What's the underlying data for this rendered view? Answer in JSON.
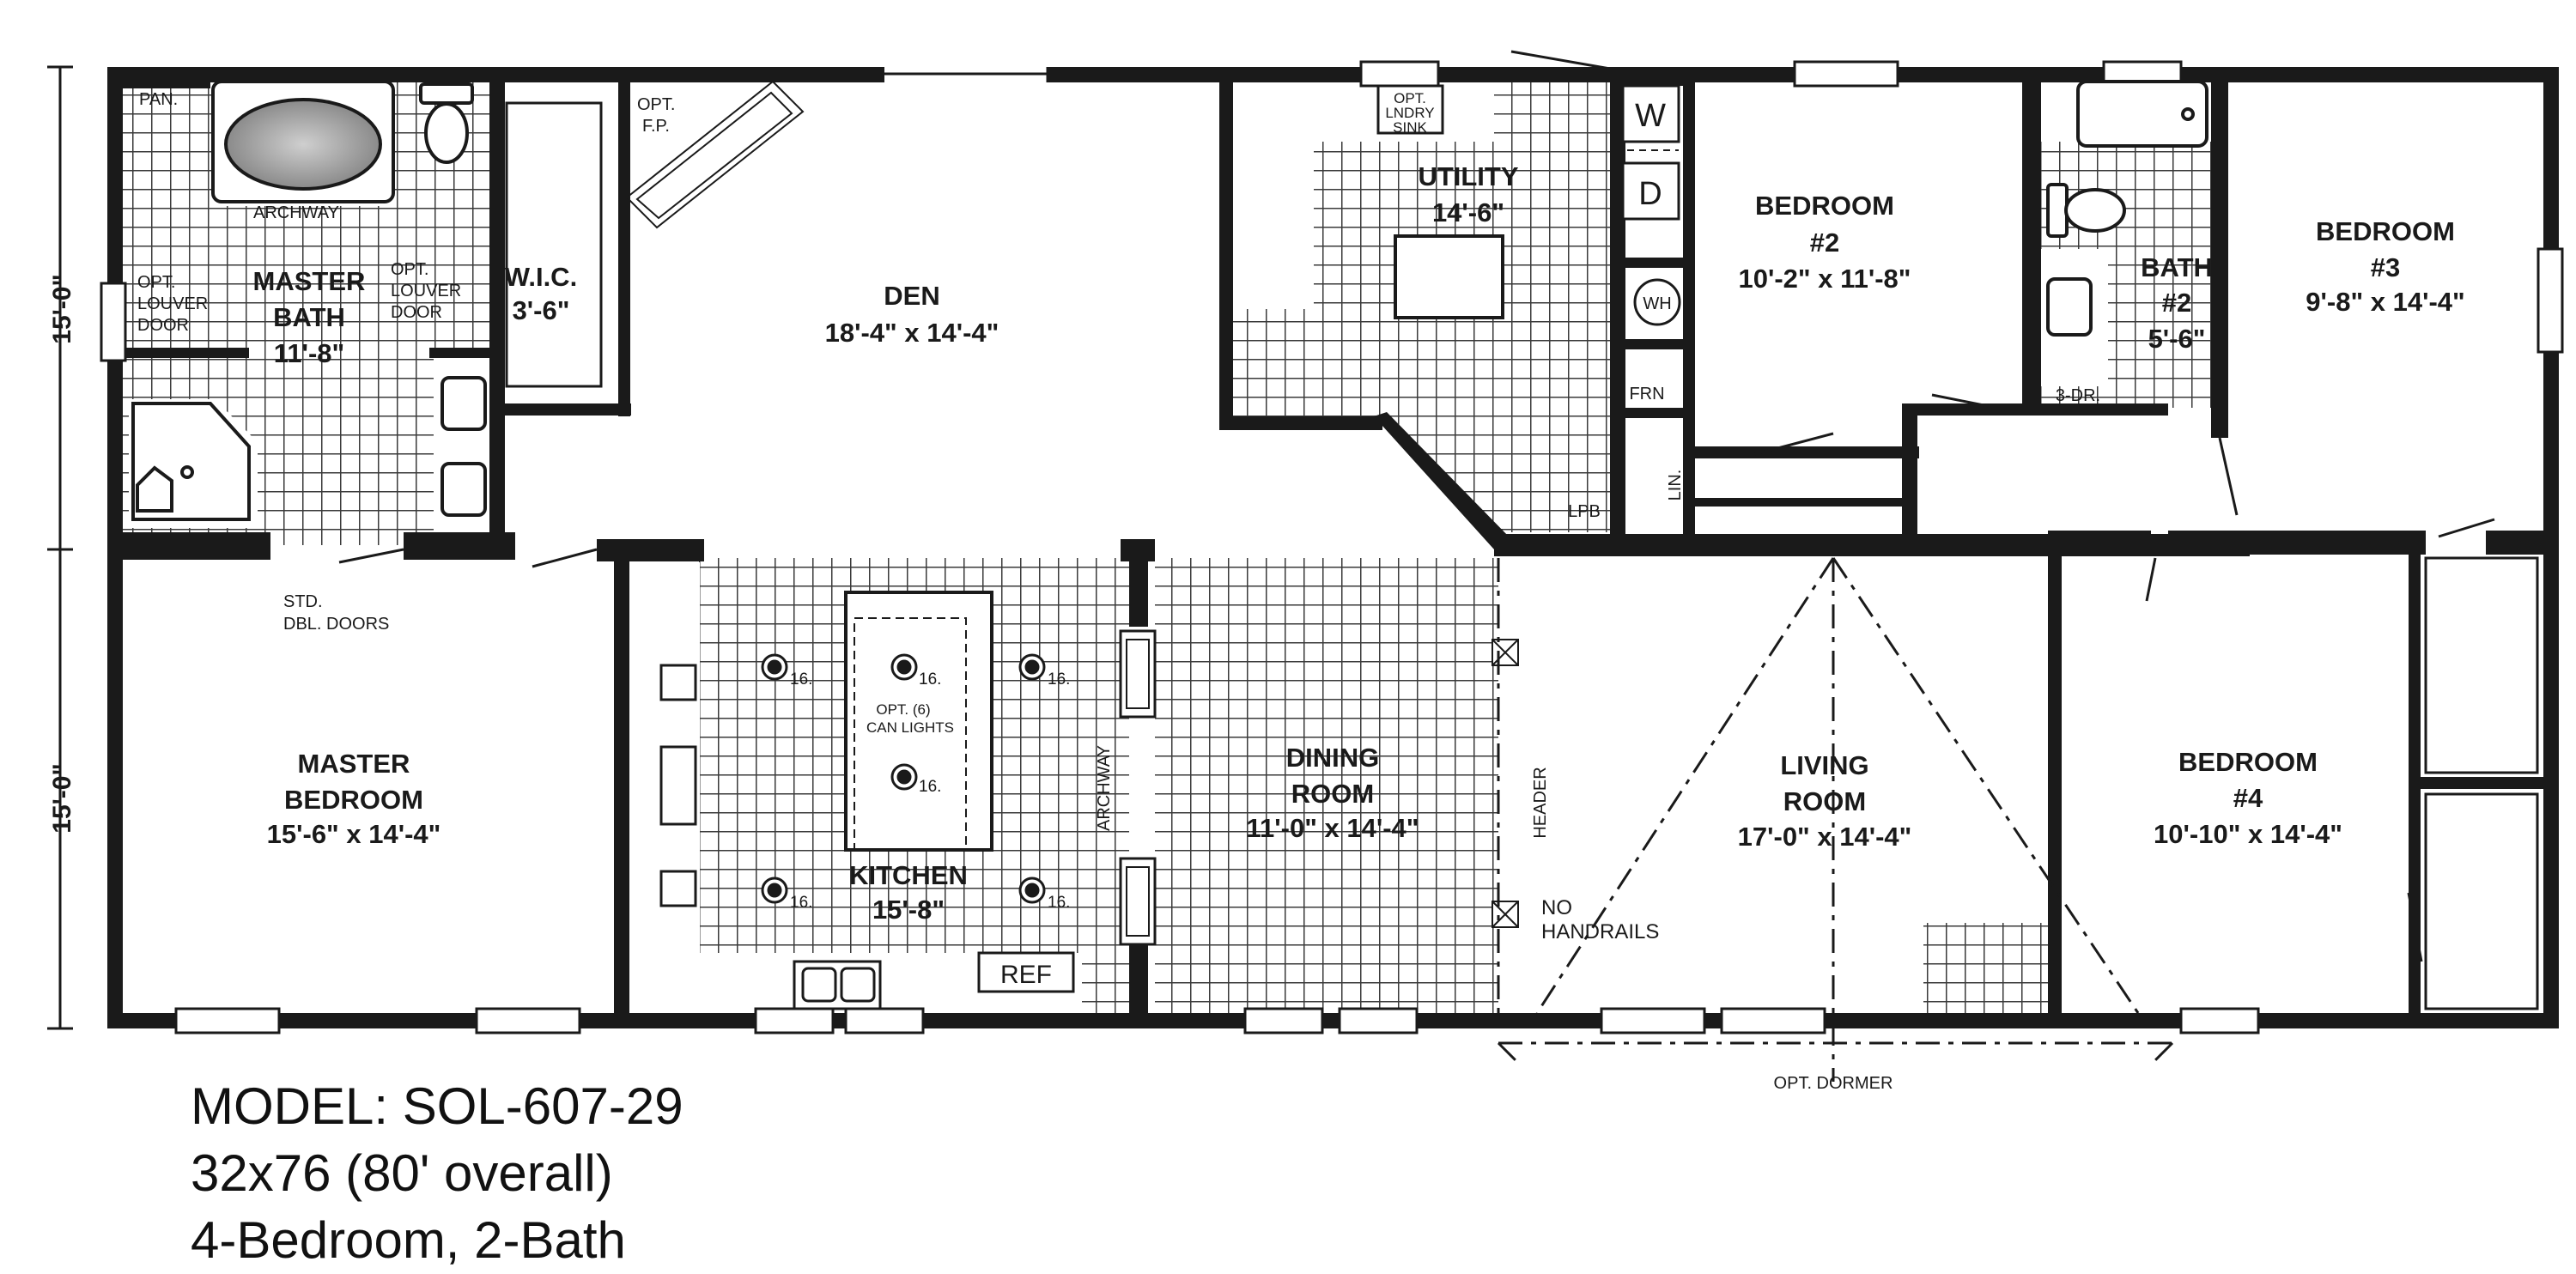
{
  "rooms": {
    "master_bath": {
      "name_line1": "MASTER",
      "name_line2": "BATH",
      "size": "11'-8\""
    },
    "wic": {
      "name": "W.I.C.",
      "size": "3'-6\""
    },
    "den": {
      "name": "DEN",
      "size": "18'-4\" x 14'-4\""
    },
    "utility": {
      "name": "UTILITY",
      "size": "14'-6\""
    },
    "bedroom2": {
      "name_line1": "BEDROOM",
      "name_line2": "#2",
      "size": "10'-2\" x  11'-8\""
    },
    "bath2": {
      "name_line1": "BATH",
      "name_line2": "#2",
      "size": "5'-6\""
    },
    "bedroom3": {
      "name_line1": "BEDROOM",
      "name_line2": "#3",
      "size": "9'-8\" x 14'-4\""
    },
    "master_bedroom": {
      "name_line1": "MASTER",
      "name_line2": "BEDROOM",
      "size": "15'-6\" x 14'-4\""
    },
    "kitchen": {
      "name": "KITCHEN",
      "size": "15'-8\""
    },
    "dining": {
      "name_line1": "DINING",
      "name_line2": "ROOM",
      "size": "11'-0\" x 14'-4\""
    },
    "living": {
      "name_line1": "LIVING",
      "name_line2": "ROOM",
      "size": "17'-0\" x 14'-4\""
    },
    "bedroom4": {
      "name_line1": "BEDROOM",
      "name_line2": "#4",
      "size": "10'-10\" x 14'-4\""
    }
  },
  "annotations": {
    "pan": "PAN.",
    "archway_bath": "ARCHWAY",
    "opt_louver_left": [
      "OPT.",
      "LOUVER",
      "DOOR"
    ],
    "opt_louver_right": [
      "OPT.",
      "LOUVER",
      "DOOR"
    ],
    "opt_fp": [
      "OPT.",
      "F.P."
    ],
    "opt_lndry_sink": [
      "OPT.",
      "LNDRY",
      "SINK"
    ],
    "washer": "W",
    "dryer": "D",
    "water_heater": "WH",
    "frn": "FRN",
    "lin": "LIN.",
    "lpb": "LPB",
    "three_dr": "3-DR.",
    "std_dbl_doors": [
      "STD.",
      "DBL. DOORS"
    ],
    "can_lights": [
      "OPT. (6)",
      "CAN LIGHTS"
    ],
    "can_light_size": "16.",
    "archway_kitchen": "ARCHWAY",
    "ref": "REF",
    "header": "HEADER",
    "no_handrails": [
      "NO",
      "HANDRAILS"
    ],
    "opt_dormer": "OPT. DORMER"
  },
  "dimensions": {
    "upper": "15'-0\"",
    "lower": "15'-0\""
  },
  "model": {
    "line1": "MODEL: SOL-607-29",
    "line2": "32x76 (80' overall)",
    "line3": "4-Bedroom, 2-Bath"
  },
  "colors": {
    "wall": "#1a1a1a",
    "tile": "#3a3a3a",
    "background": "#ffffff"
  }
}
